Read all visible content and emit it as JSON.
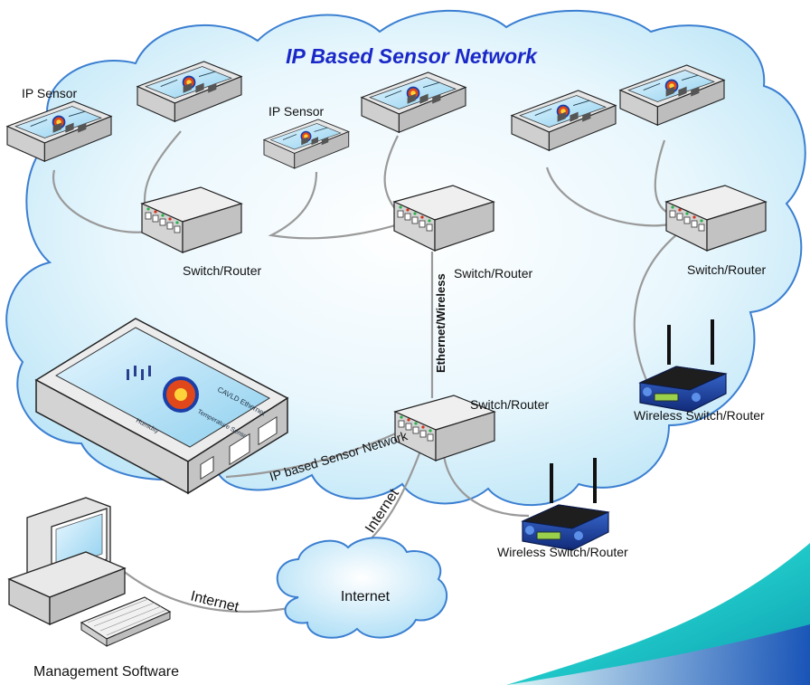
{
  "title": "IP Based Sensor Network",
  "labels": {
    "ip_sensor_1": "IP Sensor",
    "ip_sensor_2": "IP Sensor",
    "switch_1": "Switch/Router",
    "switch_2": "Switch/Router",
    "switch_3": "Switch/Router",
    "switch_center": "Switch/Router",
    "ethernet_wireless": "Ethernet/Wireless",
    "wireless_1": "Wireless Switch/Router",
    "wireless_2": "Wireless Switch/Router",
    "ip_network_link": "IP based Sensor Network",
    "internet_link_1": "Internet",
    "internet_link_2": "Internet",
    "internet_cloud": "Internet",
    "management": "Management Software"
  },
  "device_screen": {
    "line1": "CAVLD Ethernet",
    "line2": "Temperature Sensor",
    "line3": "Humidity"
  },
  "colors": {
    "title": "#1a28c8",
    "cloud_fill": "#d6effa",
    "cloud_stroke": "#3b7fd1",
    "teal_band": "#1ec7c7",
    "cable": "#9a9a9a",
    "router_body": "#1d3f9a"
  },
  "icons": [
    "ip-sensor-icon",
    "switch-router-icon",
    "wireless-router-icon",
    "base-unit-icon",
    "computer-icon",
    "cloud-icon"
  ]
}
